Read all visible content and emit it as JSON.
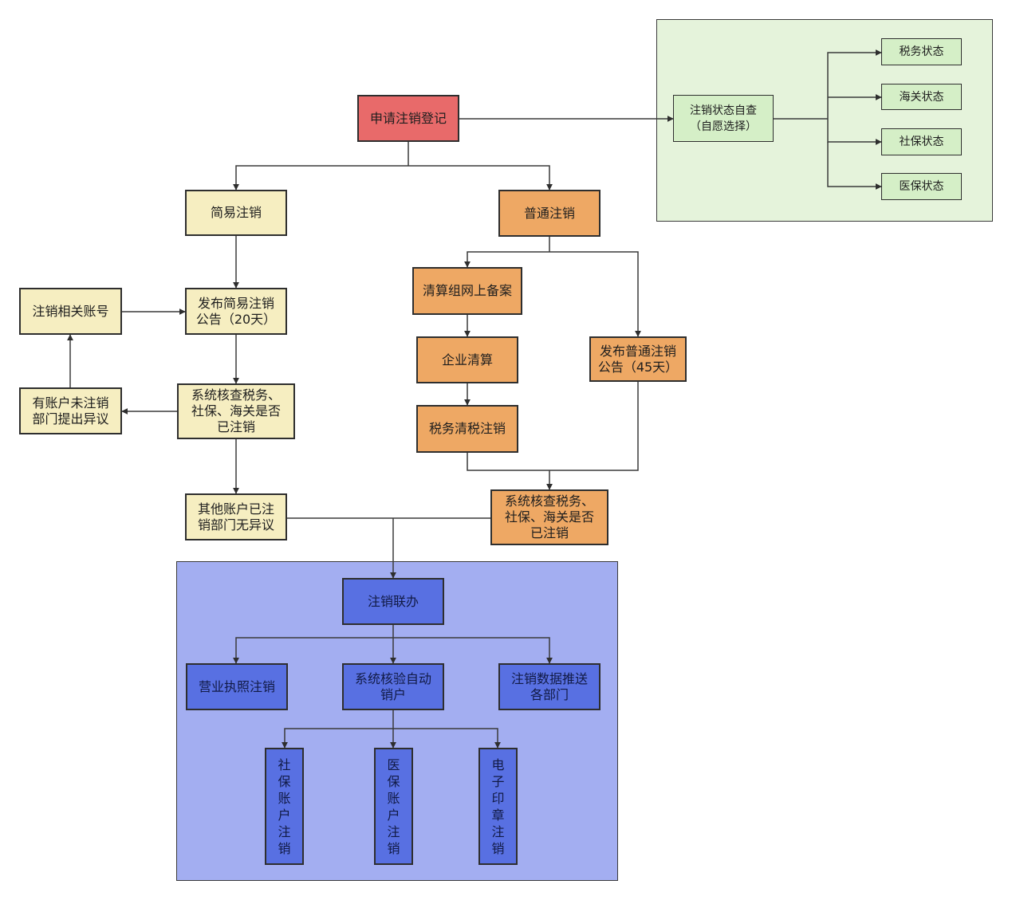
{
  "nodes": {
    "apply": "申请注销登记",
    "selfcheck": "注销状态自查\n（自愿选择）",
    "tax_status": "税务状态",
    "customs_status": "海关状态",
    "social_status": "社保状态",
    "medical_status": "医保状态",
    "simple": "简易注销",
    "normal": "普通注销",
    "simple_notice": "发布简易注销\n公告（20天）",
    "related_accounts": "注销相关账号",
    "objection": "有账户未注销\n部门提出异议",
    "simple_check": "系统核查税务、\n社保、海关是否\n已注销",
    "no_objection": "其他账户已注\n销部门无异议",
    "liquidation_filing": "清算组网上备案",
    "liquidation": "企业清算",
    "tax_clearance": "税务清税注销",
    "normal_notice": "发布普通注销\n公告（45天）",
    "normal_check": "系统核查税务、\n社保、海关是否\n已注销",
    "joint": "注销联办",
    "license": "营业执照注销",
    "auto_close": "系统核验自动\n销户",
    "push_data": "注销数据推送\n各部门",
    "social_account": "社\n保\n账\n户\n注\n销",
    "medical_account": "医\n保\n账\n户\n注\n销",
    "seal": "电\n子\n印\n章\n注\n销"
  },
  "colors": {
    "start": "#e86a6a",
    "simple_path": "#f6eec1",
    "normal_path": "#eea864",
    "self_check": "#d5efc7",
    "joint_path": "#5870e2"
  }
}
